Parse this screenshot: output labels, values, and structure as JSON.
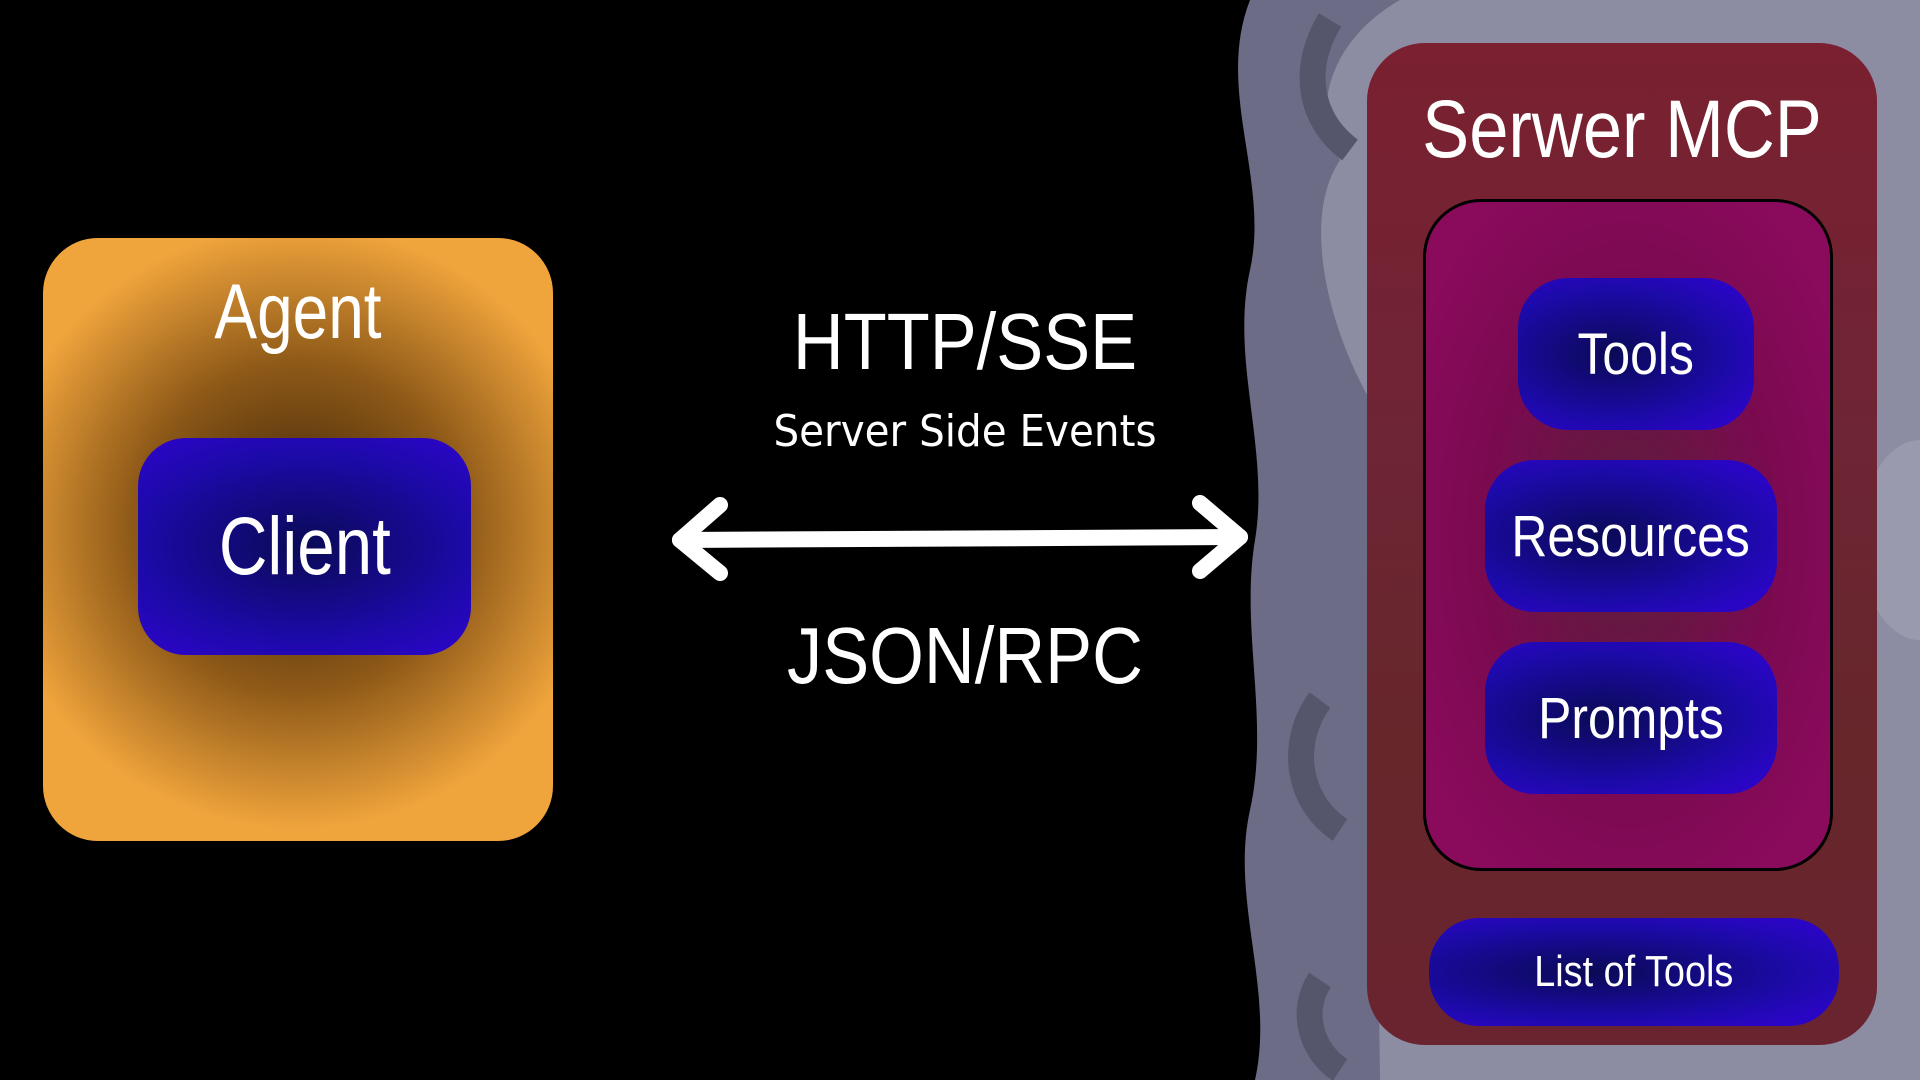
{
  "colors": {
    "background": "#000000",
    "agent": "#f0a43c",
    "client": "#1c0aa8",
    "server": "#7a2030",
    "capabilities": "#8a0a5c",
    "wave_light": "#8c8ca2",
    "wave_dark": "#6c6c86",
    "text": "#ffffff"
  },
  "agent": {
    "title": "Agent",
    "client": "Client"
  },
  "connection": {
    "protocol": "HTTP/SSE",
    "protocol_description": "Server Side Events",
    "format": "JSON/RPC",
    "arrow": "double-headed-arrow"
  },
  "server": {
    "title": "Serwer MCP",
    "capabilities": [
      "Tools",
      "Resources",
      "Prompts"
    ],
    "list": "List of Tools"
  }
}
